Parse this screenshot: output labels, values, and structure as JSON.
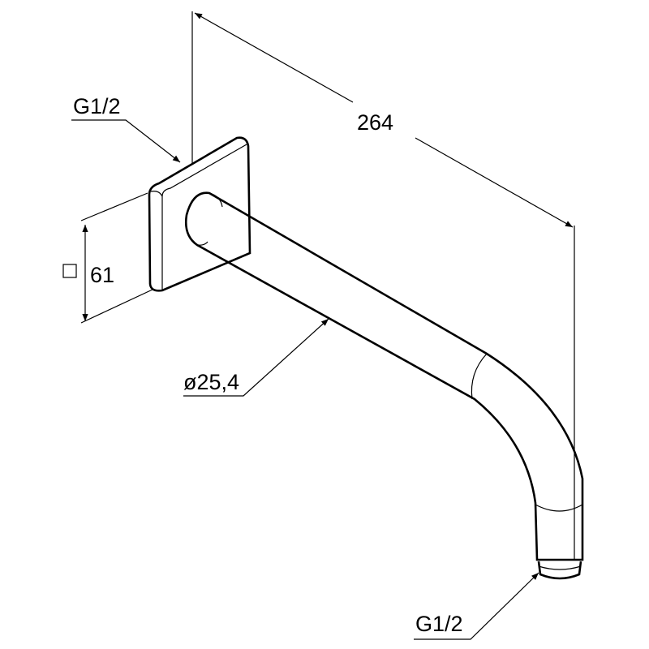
{
  "dimensions": {
    "length": "264",
    "flange_size_symbol": "□",
    "flange_size": "61",
    "pipe_diameter": "ø25,4",
    "thread_top": "G1/2",
    "thread_bottom": "G1/2"
  }
}
